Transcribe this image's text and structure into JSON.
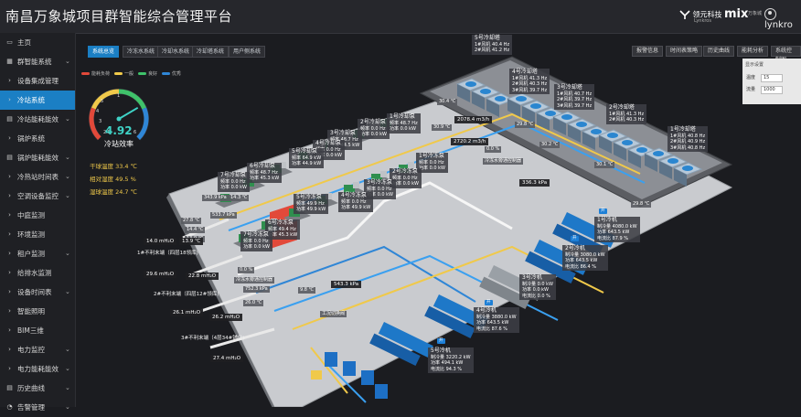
{
  "app": {
    "title": "南昌万象城项目群智能综合管理平台",
    "brand1_name": "领元科技",
    "brand1_sub": "Lynkros",
    "brand2_logo": "mix",
    "brand2_sub": "万象城",
    "user": "lynkro"
  },
  "sidebar": {
    "items": [
      {
        "label": "主页",
        "icon": "monitor-icon"
      },
      {
        "label": "群智能系统",
        "icon": "grid-icon"
      },
      {
        "label": "设备集成管理"
      },
      {
        "label": "冷站系统",
        "active": true
      },
      {
        "label": "冷站能耗能效",
        "icon": "chart-icon"
      },
      {
        "label": "锅炉系统"
      },
      {
        "label": "锅炉能耗能效",
        "icon": "chart-icon"
      },
      {
        "label": "冷热站时间表"
      },
      {
        "label": "空调设备监控"
      },
      {
        "label": "中庭监测"
      },
      {
        "label": "环境监测"
      },
      {
        "label": "租户监测"
      },
      {
        "label": "给排水监测"
      },
      {
        "label": "设备时间表"
      },
      {
        "label": "智能照明"
      },
      {
        "label": "BIM三维"
      },
      {
        "label": "电力监控"
      },
      {
        "label": "电力能耗能效"
      },
      {
        "label": "历史曲线",
        "icon": "chart-icon"
      },
      {
        "label": "告警管理",
        "icon": "alarm-icon"
      }
    ]
  },
  "tabs": [
    "系统总览",
    "冷冻水系统",
    "冷却水系统",
    "冷却塔系统",
    "用户侧系统"
  ],
  "right_buttons": [
    "报警信息",
    "时间表策略",
    "历史曲线",
    "能耗分析",
    "系统控制图"
  ],
  "legend": [
    {
      "label": "能耗负荷",
      "color": "#e2493a"
    },
    {
      "label": "一般",
      "color": "#f0c94a"
    },
    {
      "label": "良好",
      "color": "#3fc26a"
    },
    {
      "label": "优秀",
      "color": "#2f86d6"
    }
  ],
  "gauge": {
    "value": "4.92",
    "label": "冷站效率",
    "ticks": [
      "3",
      "4",
      "5",
      "1",
      "2.5",
      "6"
    ],
    "level": 0.72
  },
  "stats": [
    {
      "label": "干球温度",
      "value": "33.4 ℃"
    },
    {
      "label": "相对湿度",
      "value": "49.5 %"
    },
    {
      "label": "湿球温度",
      "value": "24.7 ℃"
    }
  ],
  "mini_panel": {
    "title": "显示设置",
    "rows": [
      {
        "label": "温度",
        "value": "15"
      },
      {
        "label": "流量",
        "value": "1000"
      }
    ]
  },
  "towers": [
    {
      "name": "5号冷却塔",
      "lines": [
        "1#风机 40.4 Hz",
        "2#风机 41.2 Hz"
      ]
    },
    {
      "name": "4号冷却塔",
      "lines": [
        "1#风机 41.3 Hz",
        "2#风机 40.3 Hz",
        "3#风机 39.7 Hz"
      ]
    },
    {
      "name": "3号冷却塔",
      "lines": [
        "1#风机 40.7 Hz",
        "2#风机 39.7 Hz",
        "3#风机 39.7 Hz"
      ]
    },
    {
      "name": "2号冷却塔",
      "lines": [
        "1#风机 41.3 Hz",
        "2#风机 40.3 Hz"
      ]
    },
    {
      "name": "1号冷却塔",
      "lines": [
        "1#风机 40.8 Hz",
        "2#风机 40.9 Hz",
        "3#风机 40.8 Hz"
      ]
    }
  ],
  "temps": {
    "t1": "30.4 ℃",
    "t2": "30.9 ℃",
    "t3": "29.8 ℃",
    "t4": "30.2 ℃",
    "t5": "30.1 ℃",
    "t6": "29.8 ℃",
    "f1": "2078.4 m3/h",
    "f2": "2720.2 m3/h",
    "p1": "336.3 kPa",
    "p2": "533.7 kPa",
    "p3": "543.3 kPa",
    "c1": "0.0 %",
    "c2": "27.8 ℃",
    "c3": "14.4 ℃",
    "c4": "13.9 ℃",
    "c5": "26.0 ℃",
    "c6": "9.8 ℃",
    "c7": "343.9 kPa",
    "c8": "14.3 ℃",
    "c9": "752.3 kPa",
    "c10": "0.0 %"
  },
  "pumps": [
    {
      "name": "1号冷却泵",
      "lines": [
        "频率 48.7 Hz",
        "功率 0.0 kW"
      ]
    },
    {
      "name": "2号冷却泵",
      "lines": [
        "频率 0.0 Hz",
        "功率 0.0 kW"
      ]
    },
    {
      "name": "3号冷却泵",
      "lines": [
        "频率 48.7 Hz",
        "功率 44.5 kW"
      ]
    },
    {
      "name": "4号冷却泵",
      "lines": [
        "频率 0.0 Hz",
        "功率 0.0 kW"
      ]
    },
    {
      "name": "5号冷却泵",
      "lines": [
        "频率 64.9 kW",
        "功率 44.9 kW"
      ]
    },
    {
      "name": "6号冷却泵",
      "lines": [
        "频率 48.7 Hz",
        "功率 45.3 kW"
      ]
    },
    {
      "name": "7号冷却泵",
      "lines": [
        "频率 0.0 Hz",
        "功率 0.0 kW"
      ]
    },
    {
      "name": "1号冷冻泵",
      "lines": [
        "频率 0.0 Hz",
        "功率 0.0 kW"
      ]
    },
    {
      "name": "2号冷冻泵",
      "lines": [
        "频率 0.0 Hz",
        "功率 0.0 kW"
      ]
    },
    {
      "name": "3号冷冻泵",
      "lines": [
        "频率 0.0 Hz",
        "功率 0.0 kW"
      ]
    },
    {
      "name": "4号冷冻泵",
      "lines": [
        "频率 0.0 Hz",
        "功率 49.9 kW"
      ]
    },
    {
      "name": "5号冷冻泵",
      "lines": [
        "频率 49.9 Hz",
        "功率 49.9 kW"
      ]
    },
    {
      "name": "6号冷冻泵",
      "lines": [
        "频率 49.4 Hz",
        "功率 45.3 kW"
      ]
    },
    {
      "name": "7号冷冻泵",
      "lines": [
        "频率 0.0 Hz",
        "功率 0.0 kW"
      ]
    }
  ],
  "chillers": [
    {
      "name": "1号冷机",
      "lines": [
        "制冷量 4080.0 kW",
        "功率 643.5 kW",
        "电流比 87.9 %"
      ],
      "state": "开"
    },
    {
      "name": "2号冷机",
      "lines": [
        "制冷量 3080.0 kW",
        "功率 643.5 kW",
        "电流比 86.4 %"
      ],
      "state": "开"
    },
    {
      "name": "3号冷机",
      "lines": [
        "制冷量 0.0 kW",
        "功率 0.0 kW",
        "电流比 0.0 %"
      ]
    },
    {
      "name": "4号冷机",
      "lines": [
        "制冷量 3880.0 kW",
        "功率 643.5 kW",
        "电流比 87.6 %"
      ],
      "state": "开"
    },
    {
      "name": "5号冷机",
      "lines": [
        "制冷量 3220.2 kW",
        "功率 494.1 kW",
        "电流比 94.3 %"
      ],
      "state": "开"
    }
  ],
  "misc": {
    "bypass": "冷冻水旁通控制器",
    "bypass2": "冷冻水旁通控制器",
    "exchanger": "工况切换阀",
    "end1": "1#不利末端（四层18领库)",
    "end2": "2#不利末端（四层12#领库)",
    "end3": "3#不利末端（4层34#铺位)",
    "v1": "14.0 mH₂O",
    "v2": "29.6 mH₂O",
    "v3": "22.8 mH₂O",
    "v4": "26.1 mH₂O",
    "v5": "26.2 mH₂O",
    "v6": "27.4 mH₂O",
    "v7": "13.9 ℃"
  }
}
